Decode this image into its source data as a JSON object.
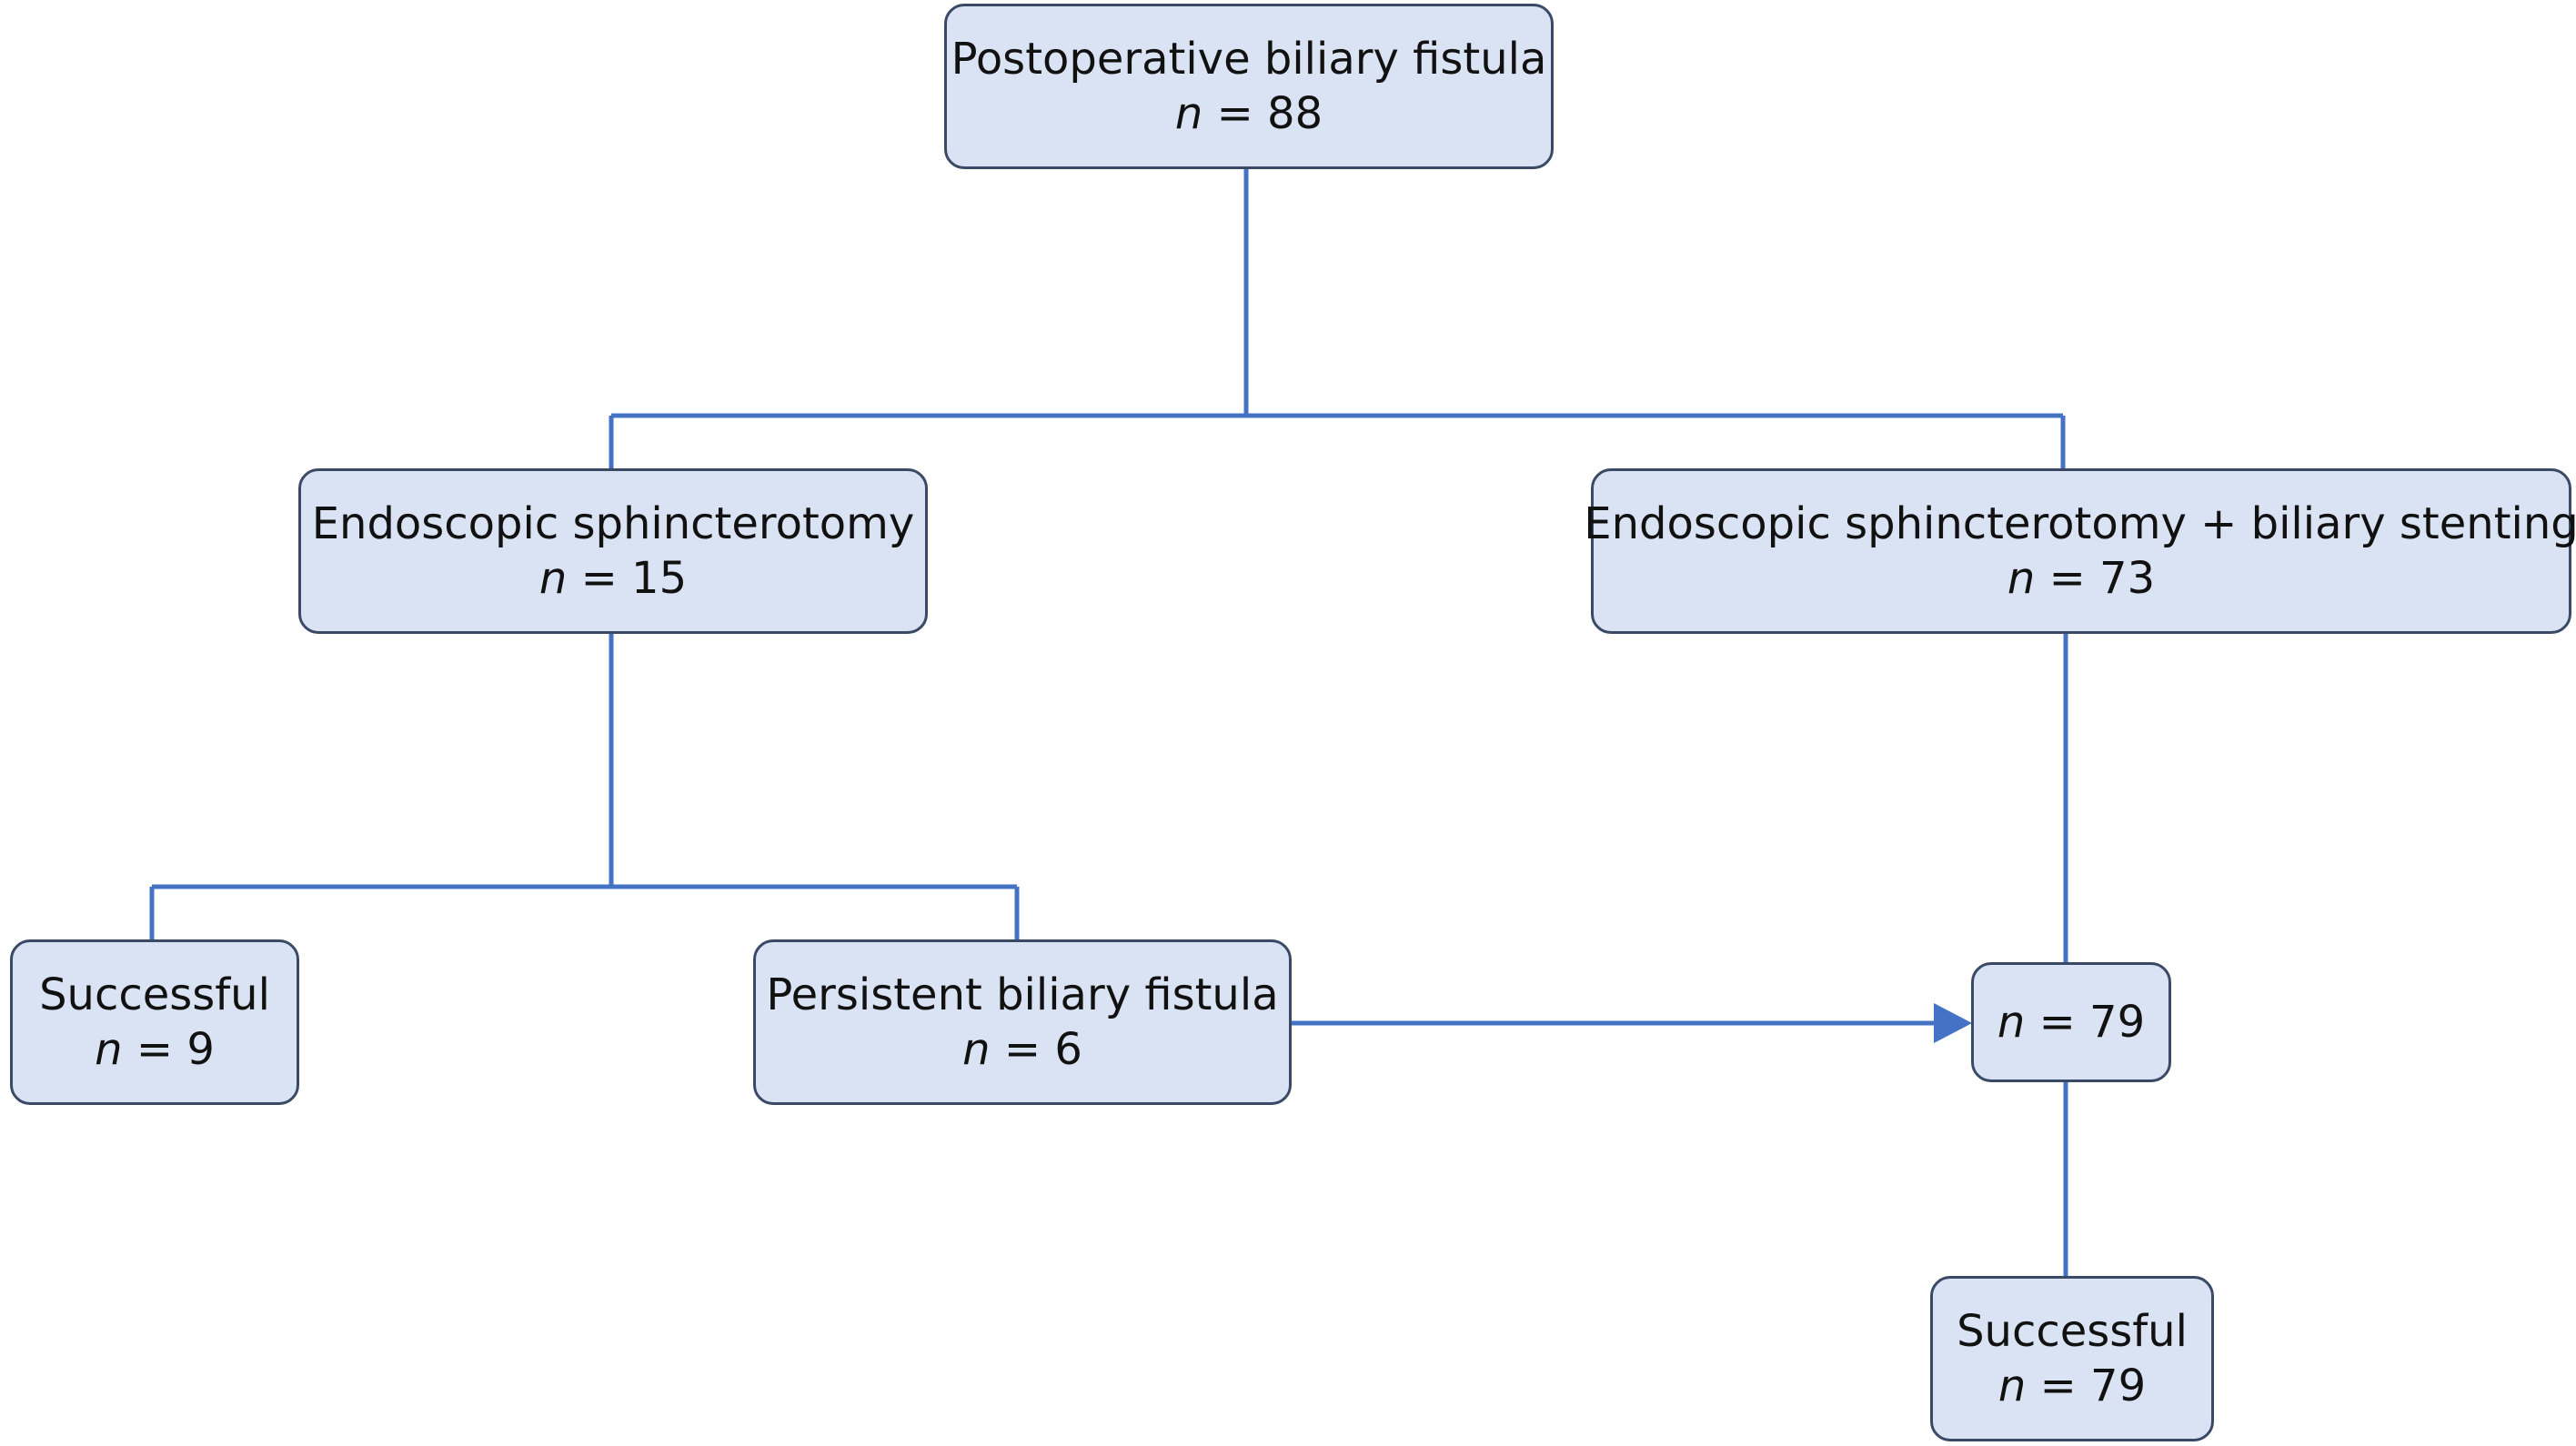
{
  "colors": {
    "box_fill": "#dae3f3",
    "box_border": "#3a4a66",
    "connector": "#4472c4"
  },
  "n_symbol": "n",
  "eq_symbol": "=",
  "nodes": {
    "root": {
      "title": "Postoperative biliary fistula",
      "n": "88"
    },
    "es": {
      "title": "Endoscopic sphincterotomy",
      "n": "15"
    },
    "es_stent": {
      "title": "Endoscopic sphincterotomy + biliary stenting",
      "n": "73"
    },
    "es_success": {
      "title": "Successful",
      "n": "9"
    },
    "es_persistent": {
      "title": "Persistent biliary fistula",
      "n": "6"
    },
    "combined": {
      "title": "",
      "n": "79"
    },
    "final_success": {
      "title": "Successful",
      "n": "79"
    }
  },
  "edges": [
    {
      "from": "root",
      "to": "es",
      "arrow": false
    },
    {
      "from": "root",
      "to": "es_stent",
      "arrow": false
    },
    {
      "from": "es",
      "to": "es_success",
      "arrow": false
    },
    {
      "from": "es",
      "to": "es_persistent",
      "arrow": false
    },
    {
      "from": "es_stent",
      "to": "combined",
      "arrow": false
    },
    {
      "from": "es_persistent",
      "to": "combined",
      "arrow": true
    },
    {
      "from": "combined",
      "to": "final_success",
      "arrow": false
    }
  ]
}
